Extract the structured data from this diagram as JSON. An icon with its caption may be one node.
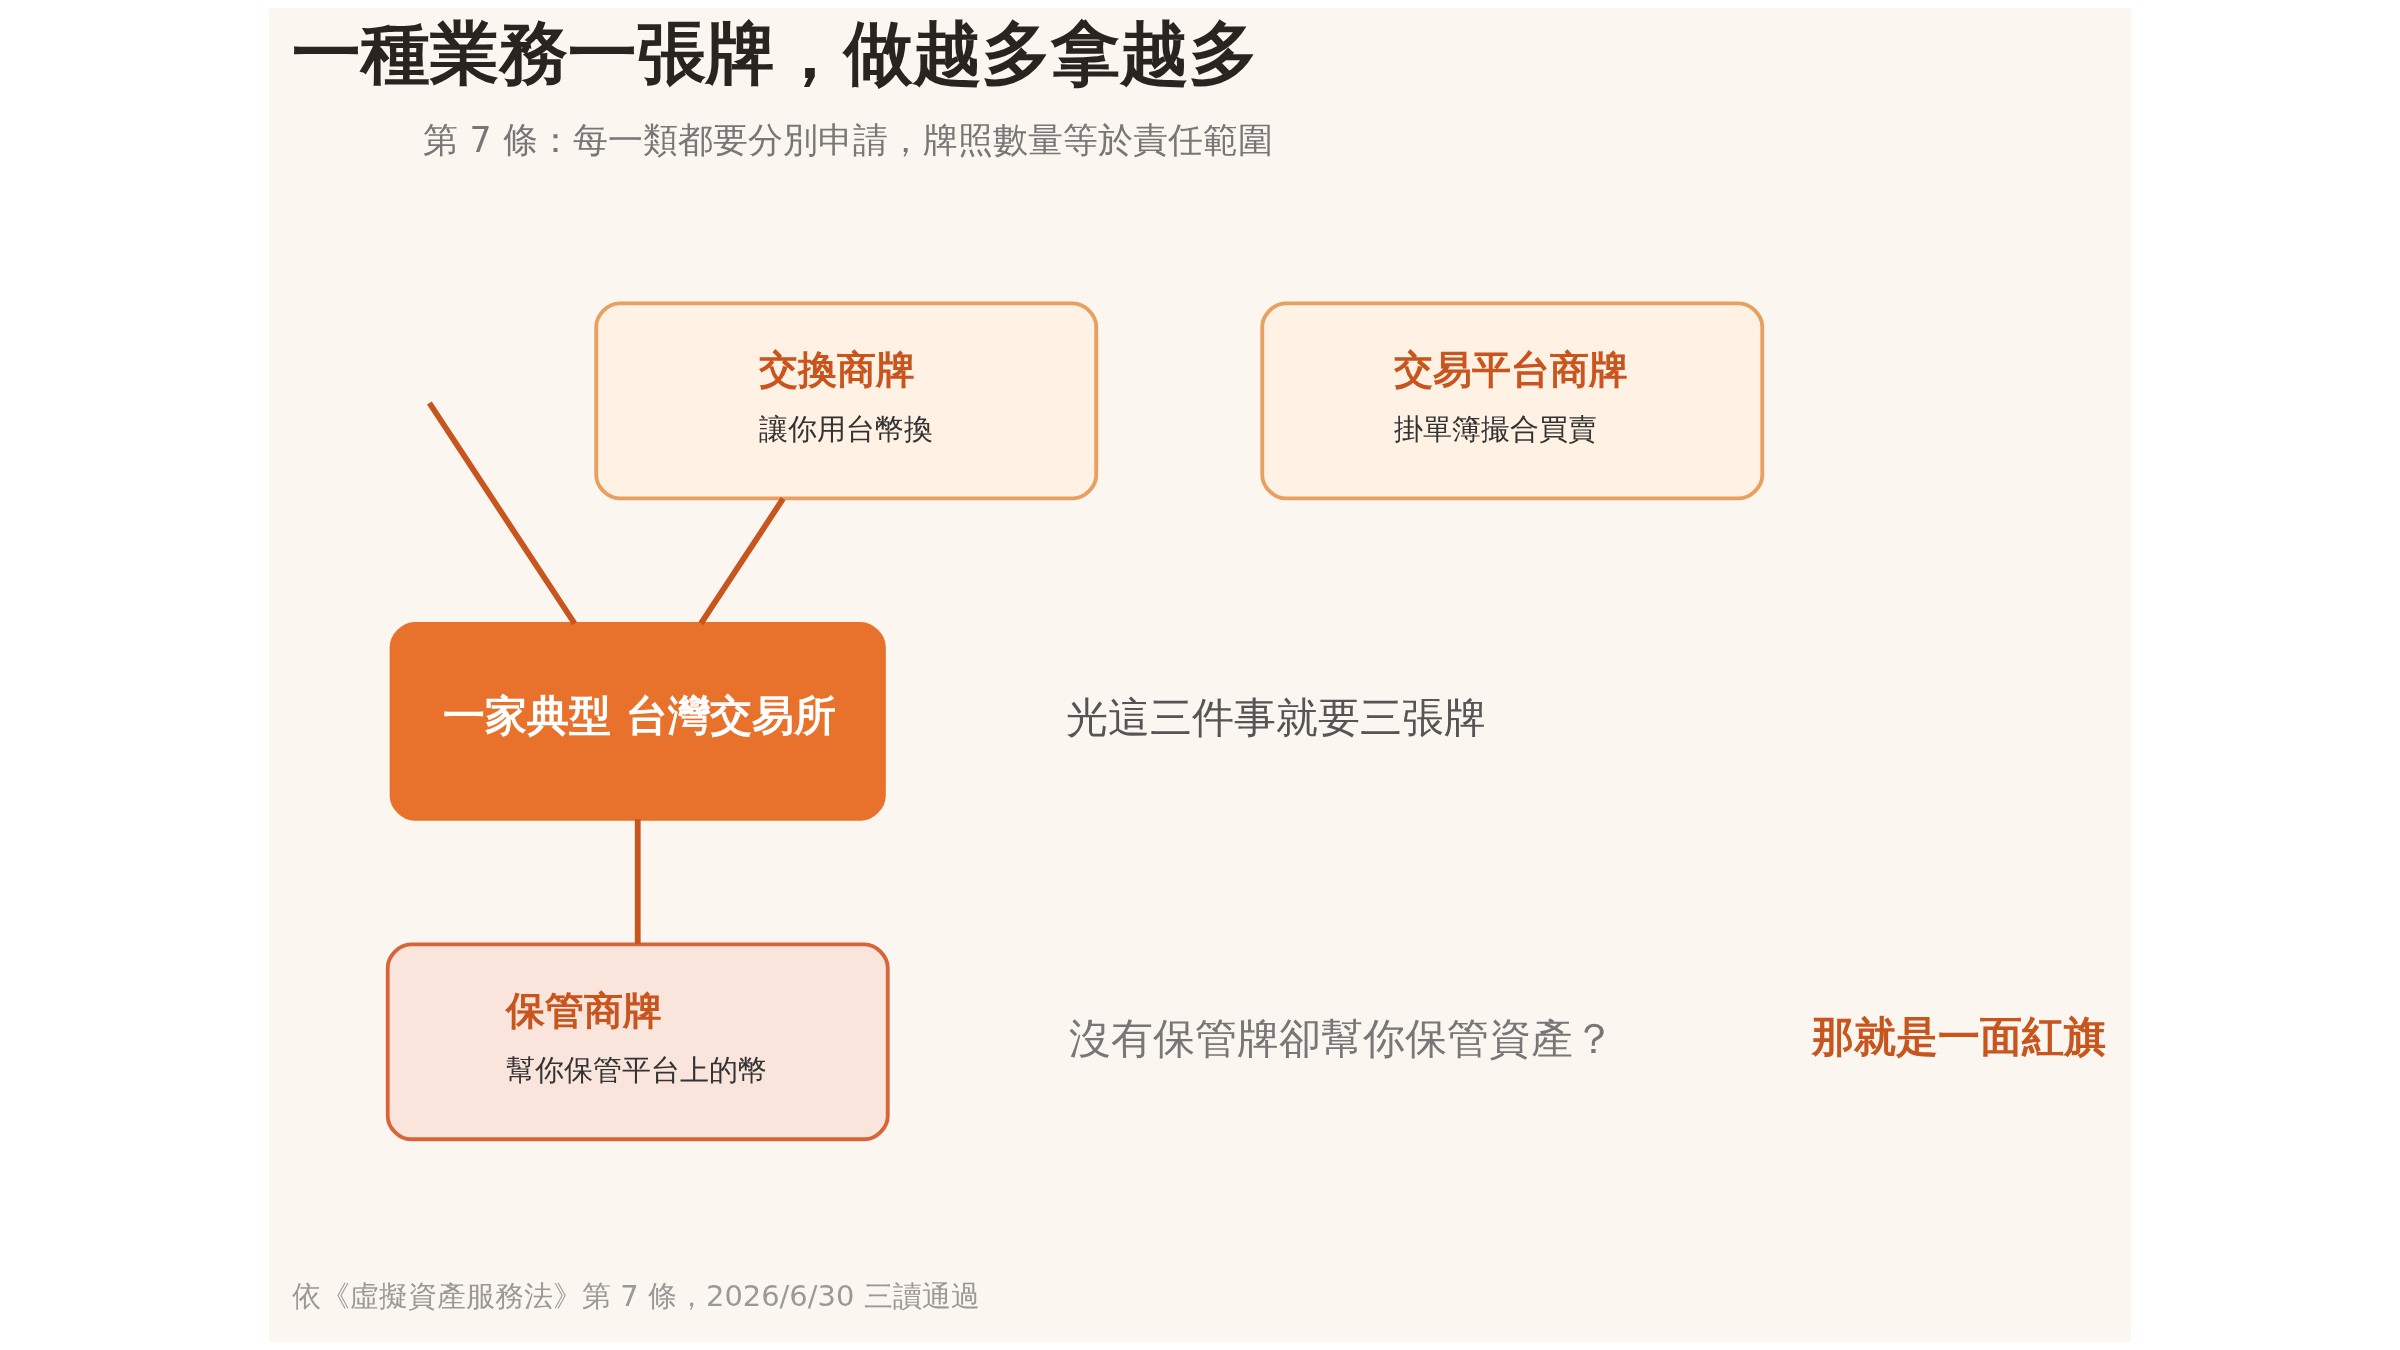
{
  "diagram": {
    "title": "一種業務一張牌，做越多拿越多",
    "caption": "依《虛擬資產服務法》第 7 條，2026/6/30 三讀通過",
    "nodes": [
      {
        "text": [
          "交換商牌",
          "讓你用台幣換"
        ]
      },
      {
        "text": [
          "交易平台商牌",
          "掛單簿撮合買賣"
        ]
      },
      {
        "text": [
          "一家典型 台灣交易所"
        ]
      },
      {
        "text": [
          "保管商牌",
          "幫你保管平台上的幣"
        ]
      }
    ],
    "edges": [
      {
        "from": 2,
        "to": 0,
        "arrow": "none"
      },
      {
        "from": null,
        "to": 2,
        "arrow": "none"
      },
      {
        "from": 2,
        "to": 3,
        "arrow": "none"
      }
    ],
    "labels": [
      "第 7 條：每一類都要分別申請，牌照數量等於責任範圍",
      "光這三件事就要三張牌",
      "沒有保管牌卻幫你保管資產？",
      "那就是一面紅旗"
    ]
  }
}
